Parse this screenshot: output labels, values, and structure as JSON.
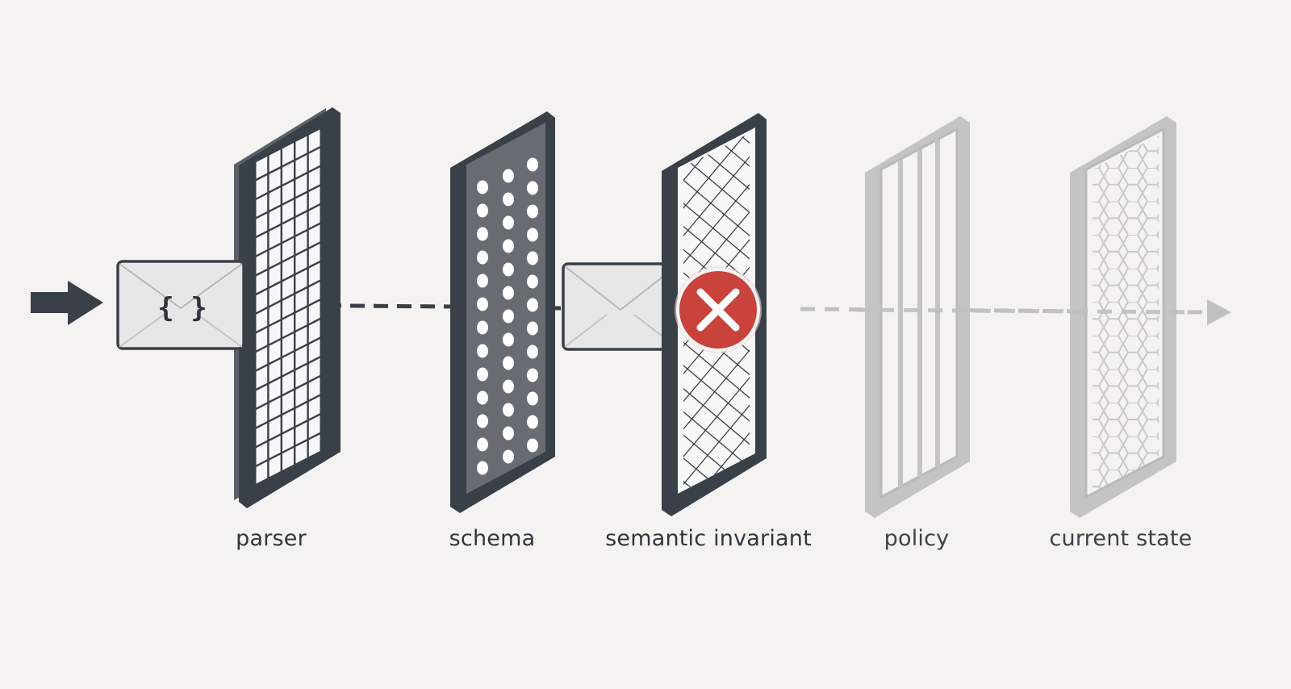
{
  "colors": {
    "background": "#f4f3f1",
    "active_frame": "#3a4048",
    "active_frame_side": "#5a6068",
    "inactive_frame": "#c4c4c4",
    "inactive_frame_side": "#d6d6d6",
    "mesh_light": "#f7f7f7",
    "envelope": "#e7e7e7",
    "envelope_outline": "#3a4048",
    "reject": "#c9423c",
    "pass_line": "#3a4048",
    "pending_line": "#c0c0c0"
  },
  "icons": {
    "input_arrow": "arrow-right-icon",
    "payload": "envelope-json-icon",
    "payload_after_parser": "envelope-icon",
    "rejection": "close-circle-icon",
    "output_arrow": "arrow-right-icon"
  },
  "payload": {
    "symbol": "{ }"
  },
  "stages": [
    {
      "label": "parser",
      "pattern": "square-grid",
      "state": "passed"
    },
    {
      "label": "schema",
      "pattern": "perforated",
      "state": "passed"
    },
    {
      "label": "semantic invariant",
      "pattern": "diamond-mesh",
      "state": "rejected"
    },
    {
      "label": "policy",
      "pattern": "vertical-bars",
      "state": "not-reached"
    },
    {
      "label": "current state",
      "pattern": "hexagon-mesh",
      "state": "not-reached"
    }
  ]
}
